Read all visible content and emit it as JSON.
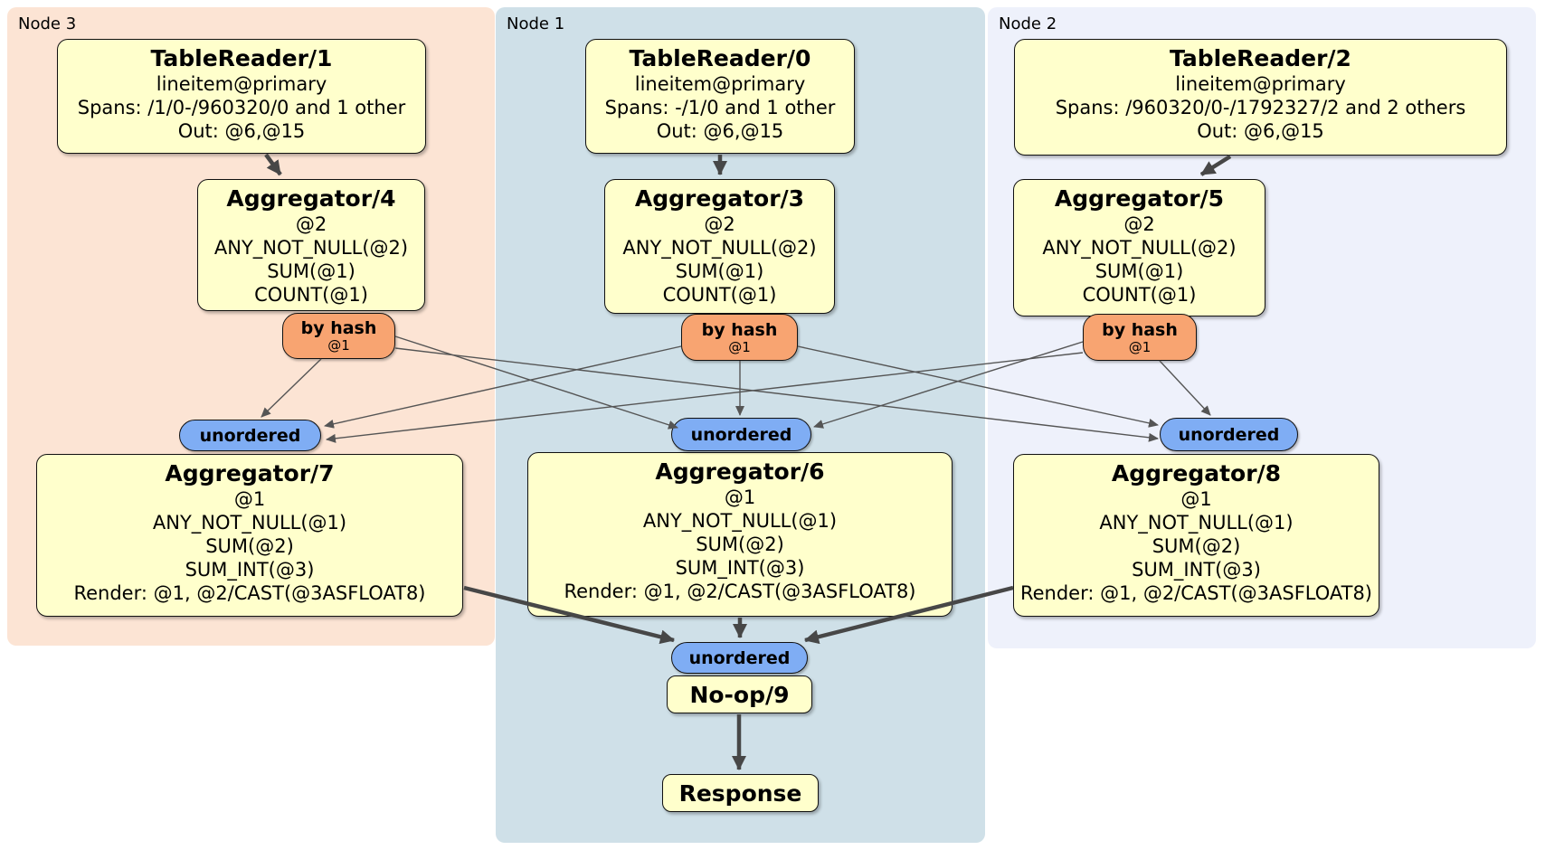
{
  "colors": {
    "processor_fill": "#ffffcc",
    "router_fill": "#f8a471",
    "sync_fill": "#7fadf4",
    "edge_thin": "#555555",
    "edge_thick": "#474747",
    "border": "#111111"
  },
  "nodes": [
    {
      "label": "Node 3",
      "region_color": "#fce4d4",
      "table_reader": {
        "title": "TableReader/1",
        "index": "lineitem@primary",
        "spans": "Spans: /1/0-/960320/0 and 1 other",
        "out": "Out: @6,@15"
      },
      "first_aggregator": {
        "title": "Aggregator/4",
        "group_by": "@2",
        "aggregations": [
          "ANY_NOT_NULL(@2)",
          "SUM(@1)",
          "COUNT(@1)"
        ]
      },
      "router": {
        "label": "by hash",
        "key": "@1"
      },
      "stream_sync": {
        "label": "unordered"
      },
      "second_aggregator": {
        "title": "Aggregator/7",
        "group_by": "@1",
        "aggregations": [
          "ANY_NOT_NULL(@1)",
          "SUM(@2)",
          "SUM_INT(@3)"
        ],
        "render": "Render: @1, @2/CAST(@3ASFLOAT8)"
      }
    },
    {
      "label": "Node 1",
      "region_color": "#cfe0e8",
      "table_reader": {
        "title": "TableReader/0",
        "index": "lineitem@primary",
        "spans": "Spans: -/1/0 and 1 other",
        "out": "Out: @6,@15"
      },
      "first_aggregator": {
        "title": "Aggregator/3",
        "group_by": "@2",
        "aggregations": [
          "ANY_NOT_NULL(@2)",
          "SUM(@1)",
          "COUNT(@1)"
        ]
      },
      "router": {
        "label": "by hash",
        "key": "@1"
      },
      "stream_sync": {
        "label": "unordered"
      },
      "second_aggregator": {
        "title": "Aggregator/6",
        "group_by": "@1",
        "aggregations": [
          "ANY_NOT_NULL(@1)",
          "SUM(@2)",
          "SUM_INT(@3)"
        ],
        "render": "Render: @1, @2/CAST(@3ASFLOAT8)"
      }
    },
    {
      "label": "Node 2",
      "region_color": "#eef1fb",
      "table_reader": {
        "title": "TableReader/2",
        "index": "lineitem@primary",
        "spans": "Spans: /960320/0-/1792327/2 and 2 others",
        "out": "Out: @6,@15"
      },
      "first_aggregator": {
        "title": "Aggregator/5",
        "group_by": "@2",
        "aggregations": [
          "ANY_NOT_NULL(@2)",
          "SUM(@1)",
          "COUNT(@1)"
        ]
      },
      "router": {
        "label": "by hash",
        "key": "@1"
      },
      "stream_sync": {
        "label": "unordered"
      },
      "second_aggregator": {
        "title": "Aggregator/8",
        "group_by": "@1",
        "aggregations": [
          "ANY_NOT_NULL(@1)",
          "SUM(@2)",
          "SUM_INT(@3)"
        ],
        "render": "Render: @1, @2/CAST(@3ASFLOAT8)"
      }
    }
  ],
  "final": {
    "sync_label": "unordered",
    "noop_title": "No-op/9",
    "response_title": "Response"
  }
}
